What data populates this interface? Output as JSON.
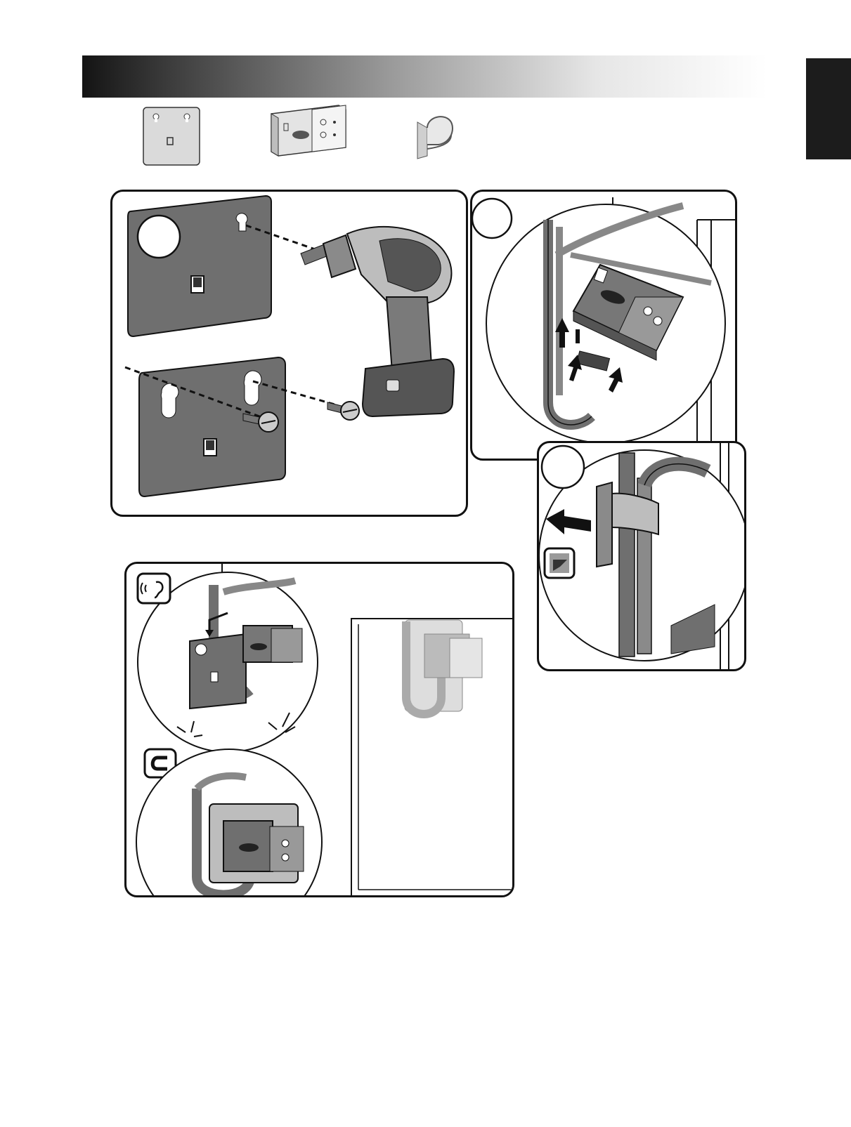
{
  "page": {
    "header_bar": "",
    "side_tab": ""
  },
  "parts": [
    {
      "name": "mounting-plate",
      "icon": "mounting-plate-icon"
    },
    {
      "name": "control-module",
      "icon": "control-module-icon"
    },
    {
      "name": "wire-clip",
      "icon": "wire-clip-icon"
    }
  ],
  "panels": {
    "drill": {
      "step_circle": ""
    },
    "connect": {
      "step_circle": ""
    },
    "clip": {
      "step_circle": "",
      "icons": [
        "arrow-left-icon",
        "adhesive-tape-icon"
      ]
    },
    "mount": {
      "icons": [
        "listen-click-icon",
        "magnet-icon"
      ]
    }
  },
  "colors": {
    "dark_gray": "#6f6f6f",
    "mid_gray": "#8a8a8a",
    "light_gray": "#c9c9c9",
    "outline": "#111111"
  }
}
